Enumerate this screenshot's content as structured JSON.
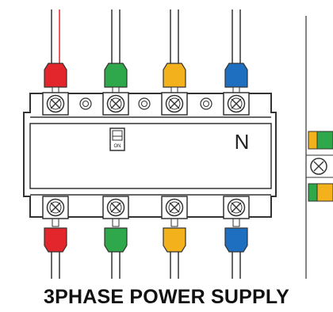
{
  "diagram": {
    "neutral_label": "N",
    "switch_label": "ON",
    "caption": "3PHASE POWER SUPPLY",
    "wire_colors": {
      "phase_1": "#e3262b",
      "phase_2": "#2ea84a",
      "phase_3": "#f3b21b",
      "neutral": "#1f6fc0"
    },
    "outline_color": "#333333",
    "icons": [
      "terminal-screw-icon",
      "insulated-ferrule-icon",
      "toggle-switch-icon"
    ]
  }
}
